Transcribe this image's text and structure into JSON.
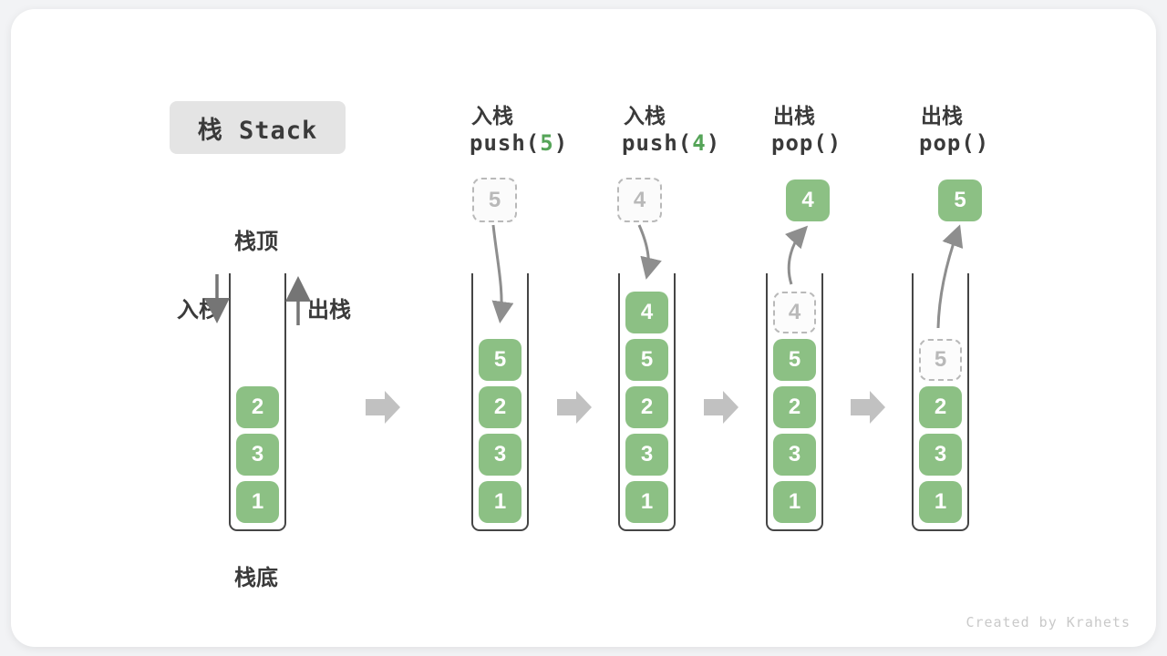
{
  "title": "栈 Stack",
  "watermark": "Created by Krahets",
  "colors": {
    "block_green": "#8cc084",
    "accent_green": "#55a458",
    "ghost_gray": "#b9b9b9",
    "arrow_gray": "#8e8e8e",
    "flow_arrow_gray": "#c1c1c1",
    "title_box_bg": "#e4e4e4",
    "text_dark": "#3a3a3a"
  },
  "base_stack": {
    "top_label": "栈顶",
    "bottom_label": "栈底",
    "push_label": "入栈",
    "pop_label": "出栈",
    "cells": [
      "2",
      "3",
      "1"
    ]
  },
  "steps": [
    {
      "op_cn": "入栈",
      "op_fn": "push(",
      "op_arg": "5",
      "op_close": ")",
      "floating": "5",
      "floating_style": "dashed",
      "cells": [
        "5",
        "2",
        "3",
        "1"
      ]
    },
    {
      "op_cn": "入栈",
      "op_fn": "push(",
      "op_arg": "4",
      "op_close": ")",
      "floating": "4",
      "floating_style": "dashed",
      "cells": [
        "4",
        "5",
        "2",
        "3",
        "1"
      ]
    },
    {
      "op_cn": "出栈",
      "op_fn": "pop(",
      "op_arg": "",
      "op_close": ")",
      "floating": "4",
      "floating_style": "solid",
      "ghost": "4",
      "cells": [
        "5",
        "2",
        "3",
        "1"
      ]
    },
    {
      "op_cn": "出栈",
      "op_fn": "pop(",
      "op_arg": "",
      "op_close": ")",
      "floating": "5",
      "floating_style": "solid",
      "ghost": "5",
      "cells": [
        "2",
        "3",
        "1"
      ]
    }
  ]
}
